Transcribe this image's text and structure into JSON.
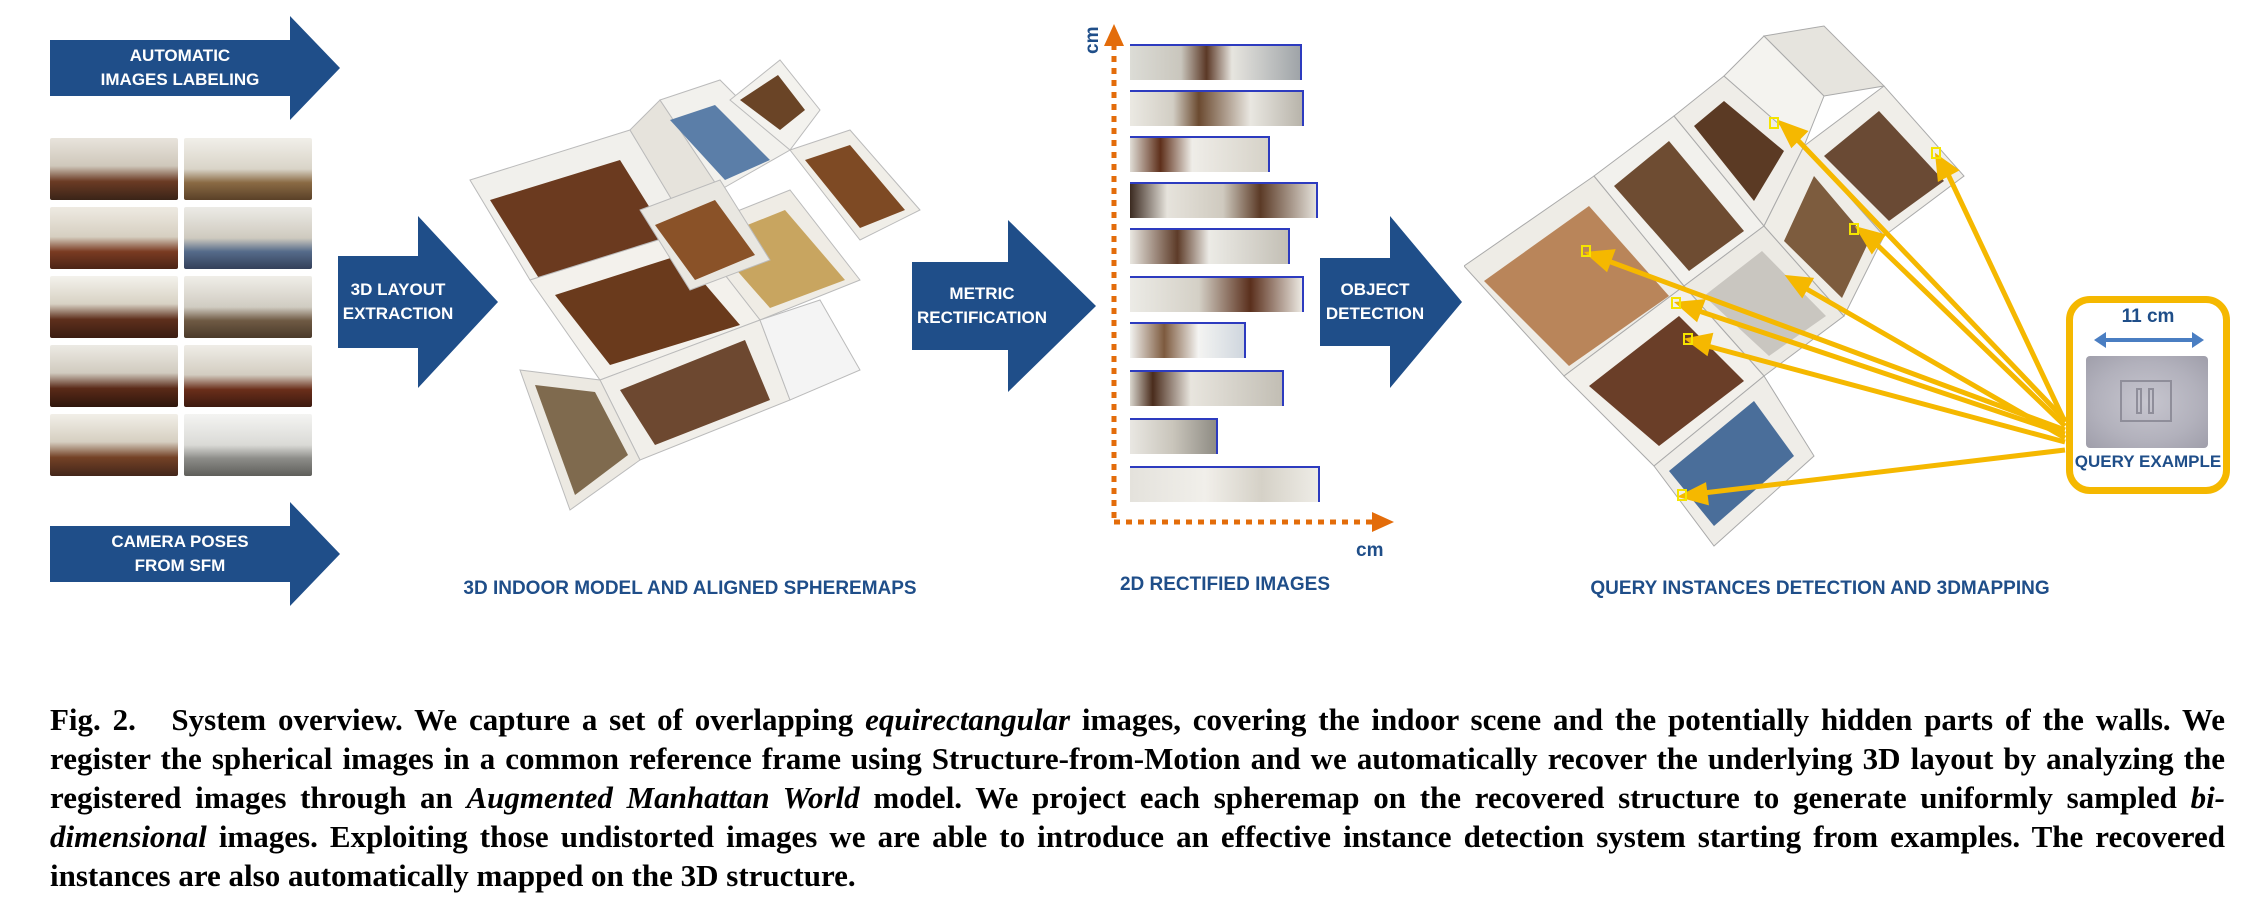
{
  "arrows": {
    "automatic_labeling": "AUTOMATIC\nIMAGES LABELING",
    "camera_poses": "CAMERA POSES\nFROM SFM",
    "layout_extraction": "3D LAYOUT\nEXTRACTION",
    "metric_rectification": "METRIC\nRECTIFICATION",
    "object_detection": "OBJECT\nDETECTION"
  },
  "section_titles": {
    "model": "3D INDOOR MODEL AND ALIGNED SPHEREMAPS",
    "rectified": "2D RECTIFIED IMAGES",
    "query": "QUERY INSTANCES DETECTION AND 3DMAPPING"
  },
  "axes": {
    "y_unit": "cm",
    "x_unit": "cm"
  },
  "query": {
    "size_label": "11 cm",
    "example_label": "QUERY EXAMPLE"
  },
  "colors": {
    "brand_blue": "#1f4e89",
    "axis_orange": "#e36c0a",
    "highlight_yellow": "#f5b800"
  },
  "caption": {
    "fig_label": "Fig. 2.",
    "part1": "System overview.  We capture a set of overlapping ",
    "em1": "equirectangular",
    "part2": " images, covering the indoor scene and the potentially hidden parts of the walls. We register the spherical images in a common reference frame using Structure-from-Motion and we automatically recover the underlying 3D layout by analyzing the registered images through an ",
    "em2": "Augmented Manhattan World",
    "part3": " model.  We project each spheremap on the recovered structure to generate uniformly sampled ",
    "em3": "bi-dimensional",
    "part4": " images.  Exploiting those undistorted images we are able to introduce an effective instance detection system starting from examples. The recovered instances are also automatically mapped on the 3D structure."
  }
}
